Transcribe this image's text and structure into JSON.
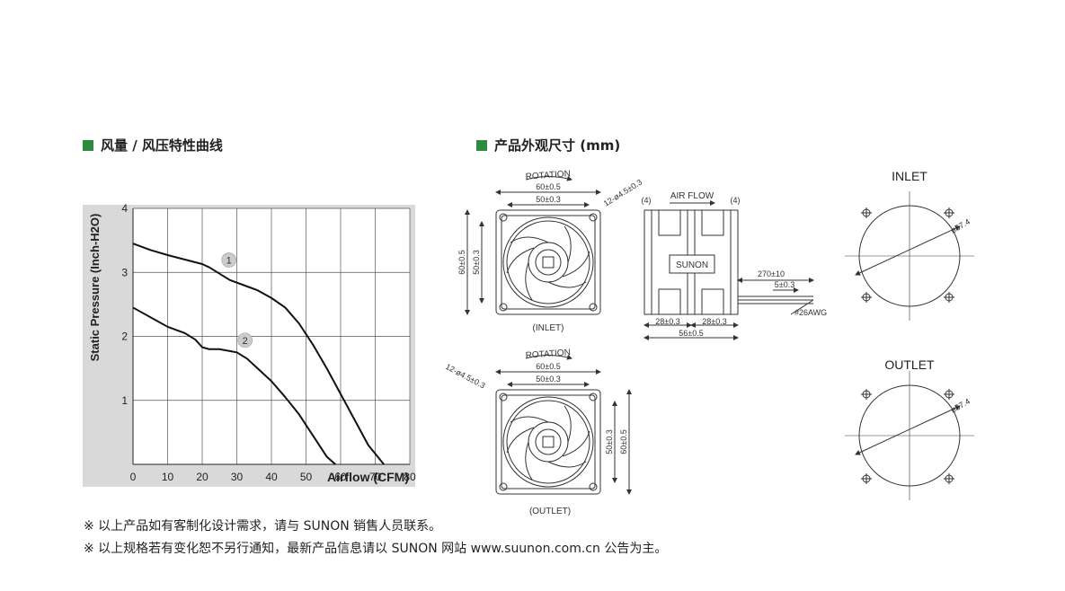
{
  "sections": {
    "left_title": "风量 / 风压特性曲线",
    "right_title": "产品外观尺寸 (mm)"
  },
  "colors": {
    "accent": "#2e8b3e",
    "panel": "#d9d9d9"
  },
  "chart_data": {
    "type": "line",
    "xlabel": "Airflow (CFM)",
    "ylabel": "Static Pressure (Inch-H2O)",
    "xlim": [
      0,
      80
    ],
    "ylim": [
      0,
      4
    ],
    "xticks": [
      "0",
      "10",
      "20",
      "30",
      "40",
      "50",
      "60",
      "70",
      "80"
    ],
    "yticks": [
      "1",
      "2",
      "3",
      "4"
    ],
    "grid": true,
    "series": [
      {
        "name": "1",
        "x": [
          0,
          5,
          10,
          15,
          20,
          22,
          25,
          28,
          32,
          36,
          40,
          44,
          48,
          52,
          56,
          60,
          64,
          68,
          72.5
        ],
        "y": [
          3.45,
          3.35,
          3.27,
          3.2,
          3.13,
          3.08,
          2.98,
          2.88,
          2.8,
          2.72,
          2.6,
          2.45,
          2.2,
          1.87,
          1.5,
          1.1,
          0.7,
          0.3,
          0.0
        ]
      },
      {
        "name": "2",
        "x": [
          0,
          5,
          10,
          15,
          18,
          20,
          22,
          25,
          30,
          33,
          36,
          40,
          44,
          48,
          52,
          56,
          58.5
        ],
        "y": [
          2.45,
          2.3,
          2.15,
          2.05,
          1.95,
          1.83,
          1.8,
          1.8,
          1.75,
          1.65,
          1.5,
          1.3,
          1.05,
          0.78,
          0.45,
          0.12,
          0.0
        ]
      }
    ]
  },
  "drawing": {
    "rotation": "ROTATION",
    "dim_60": "60±0.5",
    "dim_50": "50±0.3",
    "holes": "12-ø4.5±0.3",
    "inlet_label": "(INLET)",
    "outlet_label": "(OUTLET)",
    "airflow": "AIR FLOW",
    "four": "(4)",
    "brand": "SUNON",
    "cable": "270±10",
    "strip": "5±0.3",
    "awg": "#26AWG",
    "dim_28": "28±0.3",
    "dim_56": "56±0.5",
    "inlet_title": "INLET",
    "outlet_title": "OUTLET",
    "circle_dia": "ø57.4"
  },
  "notes": [
    "※ 以上产品如有客制化设计需求，请与 SUNON 销售人员联系。",
    "※ 以上规格若有变化恕不另行通知，最新产品信息请以 SUNON 网站 www.suunon.com.cn 公告为主。"
  ]
}
